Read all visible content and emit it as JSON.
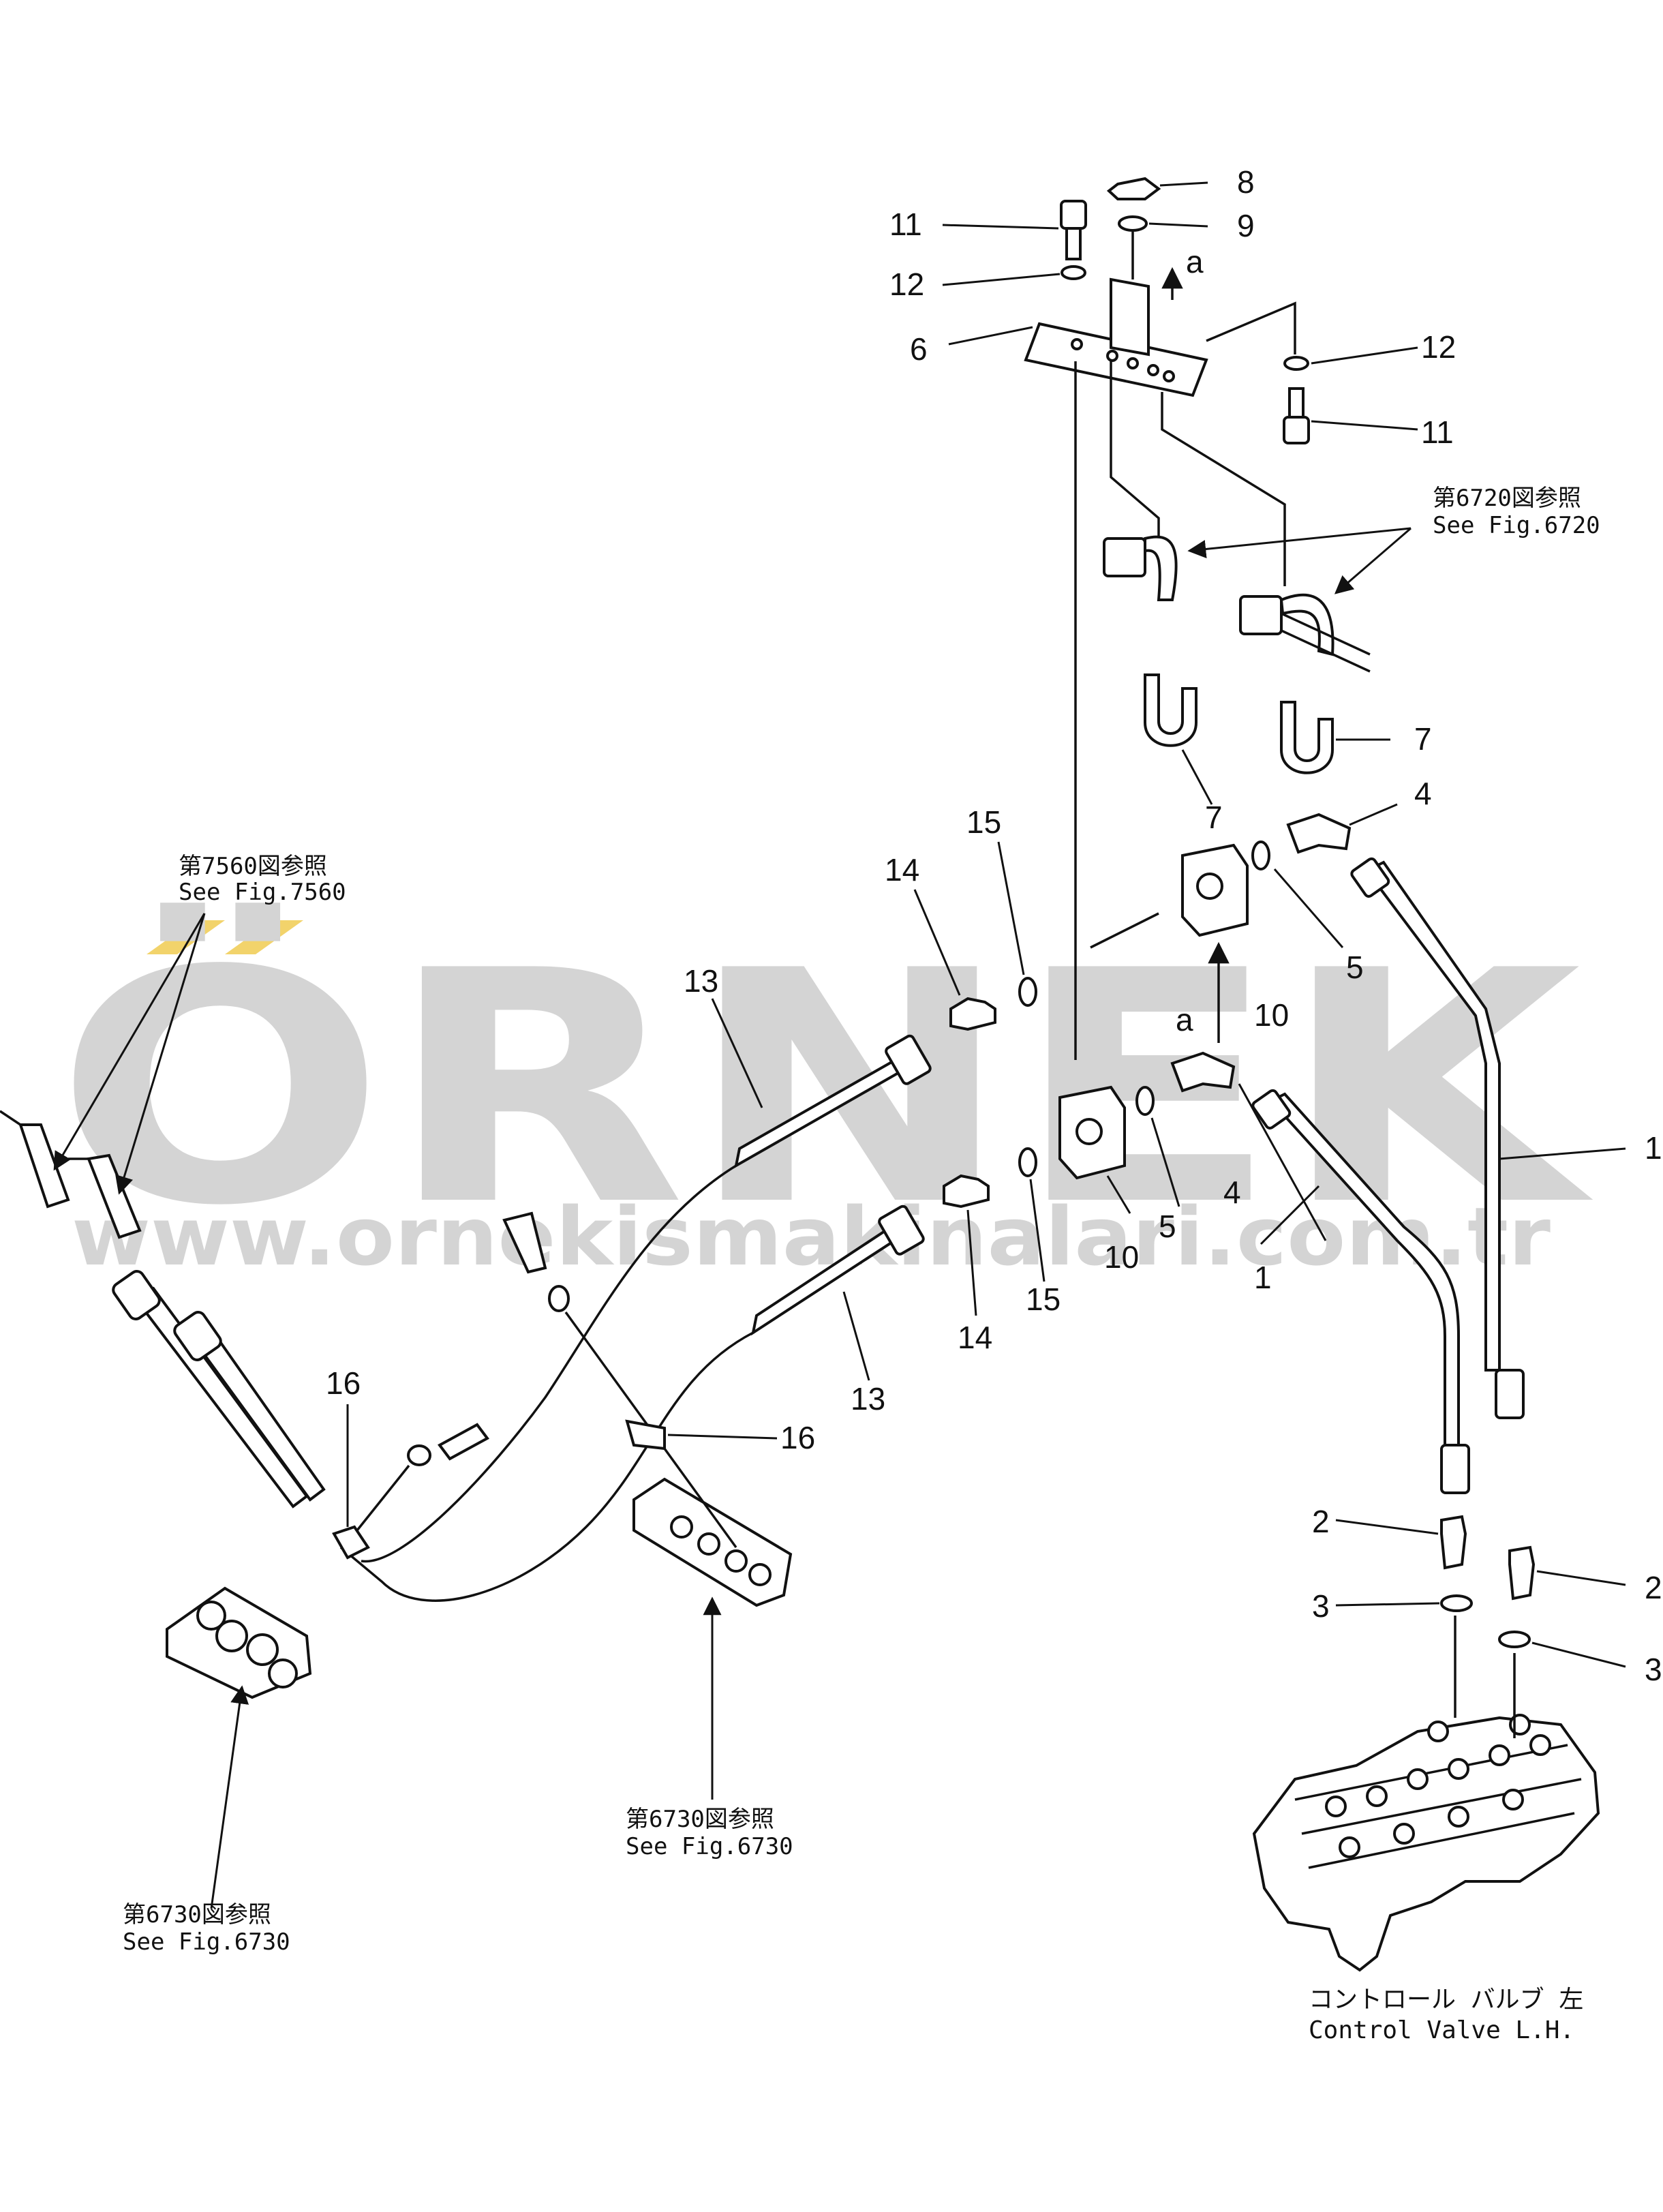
{
  "watermark": {
    "brand": "ÖRNEK",
    "website": "www.ornekismakinalari.com.tr",
    "accent_color": "#f2d36b",
    "text_color": "#d4d4d4"
  },
  "callouts": {
    "p1a": "1",
    "p1b": "1",
    "p2a": "2",
    "p2b": "2",
    "p3a": "3",
    "p3b": "3",
    "p4a": "4",
    "p4b": "4",
    "p5a": "5",
    "p5b": "5",
    "p6": "6",
    "p7a": "7",
    "p7b": "7",
    "p8": "8",
    "p9": "9",
    "p10a": "10",
    "p10b": "10",
    "p11a": "11",
    "p11b": "11",
    "p12a": "12",
    "p12b": "12",
    "p13a": "13",
    "p13b": "13",
    "p14a": "14",
    "p14b": "14",
    "p15a": "15",
    "p15b": "15",
    "p16a": "16",
    "p16b": "16",
    "view_a_top": "a",
    "view_a_mid": "a"
  },
  "references": {
    "fig6720_jp": "第6720図参照",
    "fig6720_en": "See Fig.6720",
    "fig7560_jp": "第7560図参照",
    "fig7560_en": "See Fig.7560",
    "fig6730_mid_jp": "第6730図参照",
    "fig6730_mid_en": "See Fig.6730",
    "fig6730_left_jp": "第6730図参照",
    "fig6730_left_en": "See Fig.6730"
  },
  "caption": {
    "jp": "コントロール バルブ 左",
    "en": "Control Valve L.H."
  }
}
